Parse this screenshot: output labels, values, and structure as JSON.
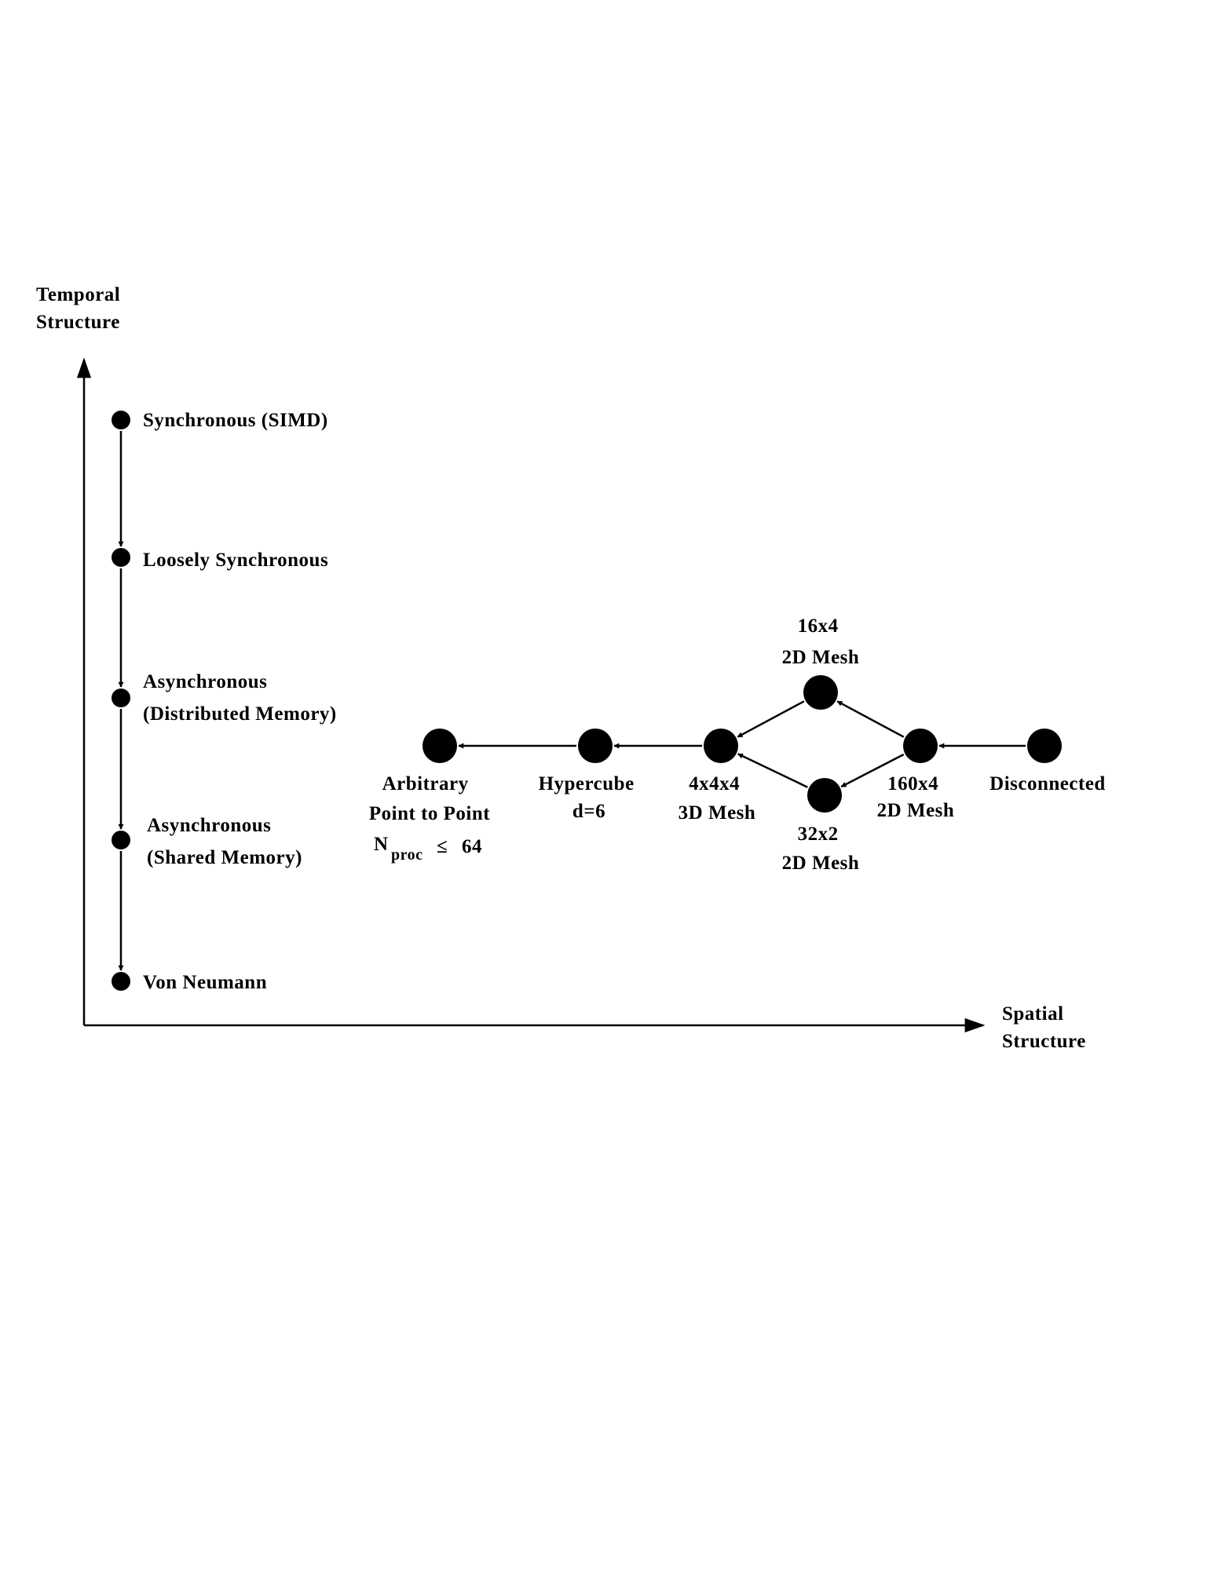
{
  "colors": {
    "ink": "#000000",
    "background": "#ffffff"
  },
  "axes": {
    "y_label": [
      "Temporal",
      "Structure"
    ],
    "x_label": [
      "Spatial",
      "Structure"
    ]
  },
  "temporal_nodes": [
    {
      "id": "t1",
      "lines": [
        "Synchronous (SIMD)"
      ]
    },
    {
      "id": "t2",
      "lines": [
        "Loosely Synchronous"
      ]
    },
    {
      "id": "t3",
      "lines": [
        "Asynchronous",
        "(Distributed Memory)"
      ]
    },
    {
      "id": "t4",
      "lines": [
        "Asynchronous",
        "(Shared Memory)"
      ]
    },
    {
      "id": "t5",
      "lines": [
        "Von Neumann"
      ]
    }
  ],
  "spatial_nodes": [
    {
      "id": "s1",
      "lines": [
        "Arbitrary",
        "Point to Point"
      ]
    },
    {
      "id": "s2",
      "lines": [
        "Hypercube",
        "d=6"
      ]
    },
    {
      "id": "s3",
      "lines": [
        "4x4x4",
        "3D Mesh"
      ]
    },
    {
      "id": "s4",
      "lines": [
        "16x4",
        "2D Mesh"
      ]
    },
    {
      "id": "s5",
      "lines": [
        "32x2",
        "2D Mesh"
      ]
    },
    {
      "id": "s6",
      "lines": [
        "160x4",
        "2D Mesh"
      ]
    },
    {
      "id": "s7",
      "lines": [
        "Disconnected"
      ]
    }
  ],
  "proc_constraint": {
    "symbol": "N",
    "subscript": "proc",
    "relation": "≤",
    "value": "64"
  },
  "edges": [
    {
      "from": "t1",
      "to": "t2"
    },
    {
      "from": "t2",
      "to": "t3"
    },
    {
      "from": "t3",
      "to": "t4"
    },
    {
      "from": "t4",
      "to": "t5"
    },
    {
      "from": "s7",
      "to": "s6"
    },
    {
      "from": "s6",
      "to": "s4"
    },
    {
      "from": "s6",
      "to": "s5"
    },
    {
      "from": "s4",
      "to": "s3"
    },
    {
      "from": "s5",
      "to": "s3"
    },
    {
      "from": "s3",
      "to": "s2"
    },
    {
      "from": "s2",
      "to": "s1"
    }
  ]
}
